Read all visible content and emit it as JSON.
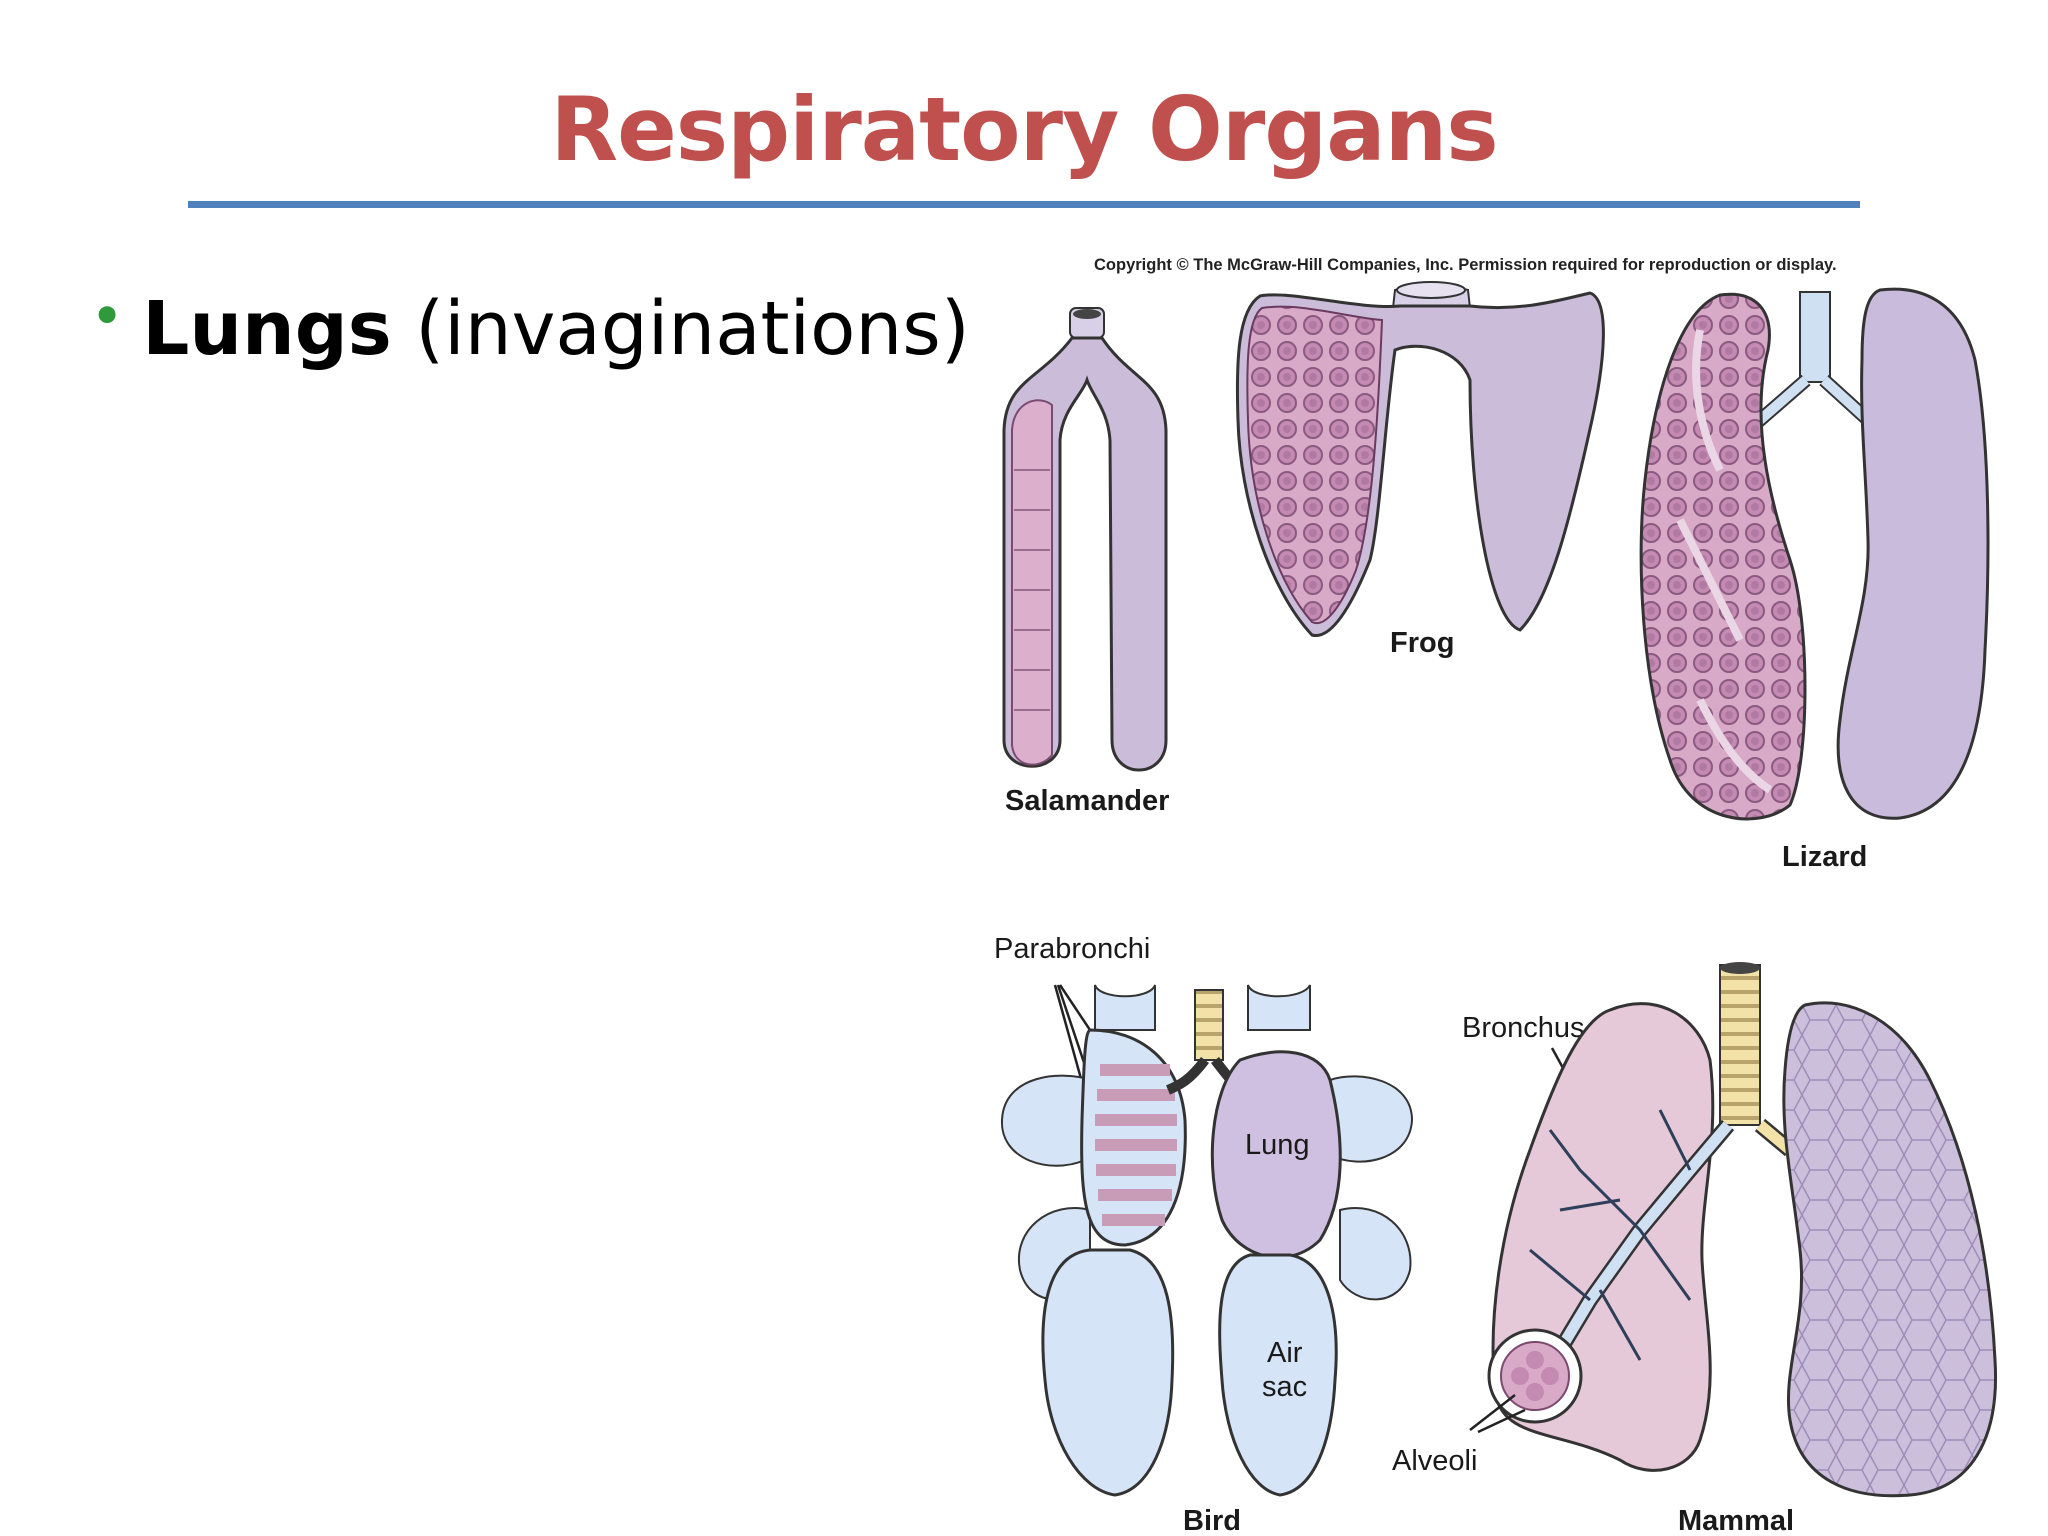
{
  "slide": {
    "title": "Respiratory Organs",
    "bullet": {
      "bold": "Lungs",
      "rest": " (invaginations)"
    }
  },
  "figure": {
    "copyright": "Copyright © The McGraw-Hill Companies, Inc. Permission required for reproduction or display.",
    "labels": {
      "salamander": "Salamander",
      "frog": "Frog",
      "lizard": "Lizard",
      "bird": "Bird",
      "mammal": "Mammal",
      "parabronchi": "Parabronchi",
      "lung": "Lung",
      "air": "Air",
      "sac": "sac",
      "bronchus": "Bronchus",
      "alveoli": "Alveoli"
    }
  },
  "colors": {
    "title": "#c0504d",
    "rule": "#4f81bd",
    "bullet": "#2e9a3a",
    "lung_purple": "#cbbdd9",
    "lung_pink": "#d7a8c6",
    "air_sac_blue": "#d5e4f6",
    "trachea_yellow": "#f3e2a8"
  }
}
